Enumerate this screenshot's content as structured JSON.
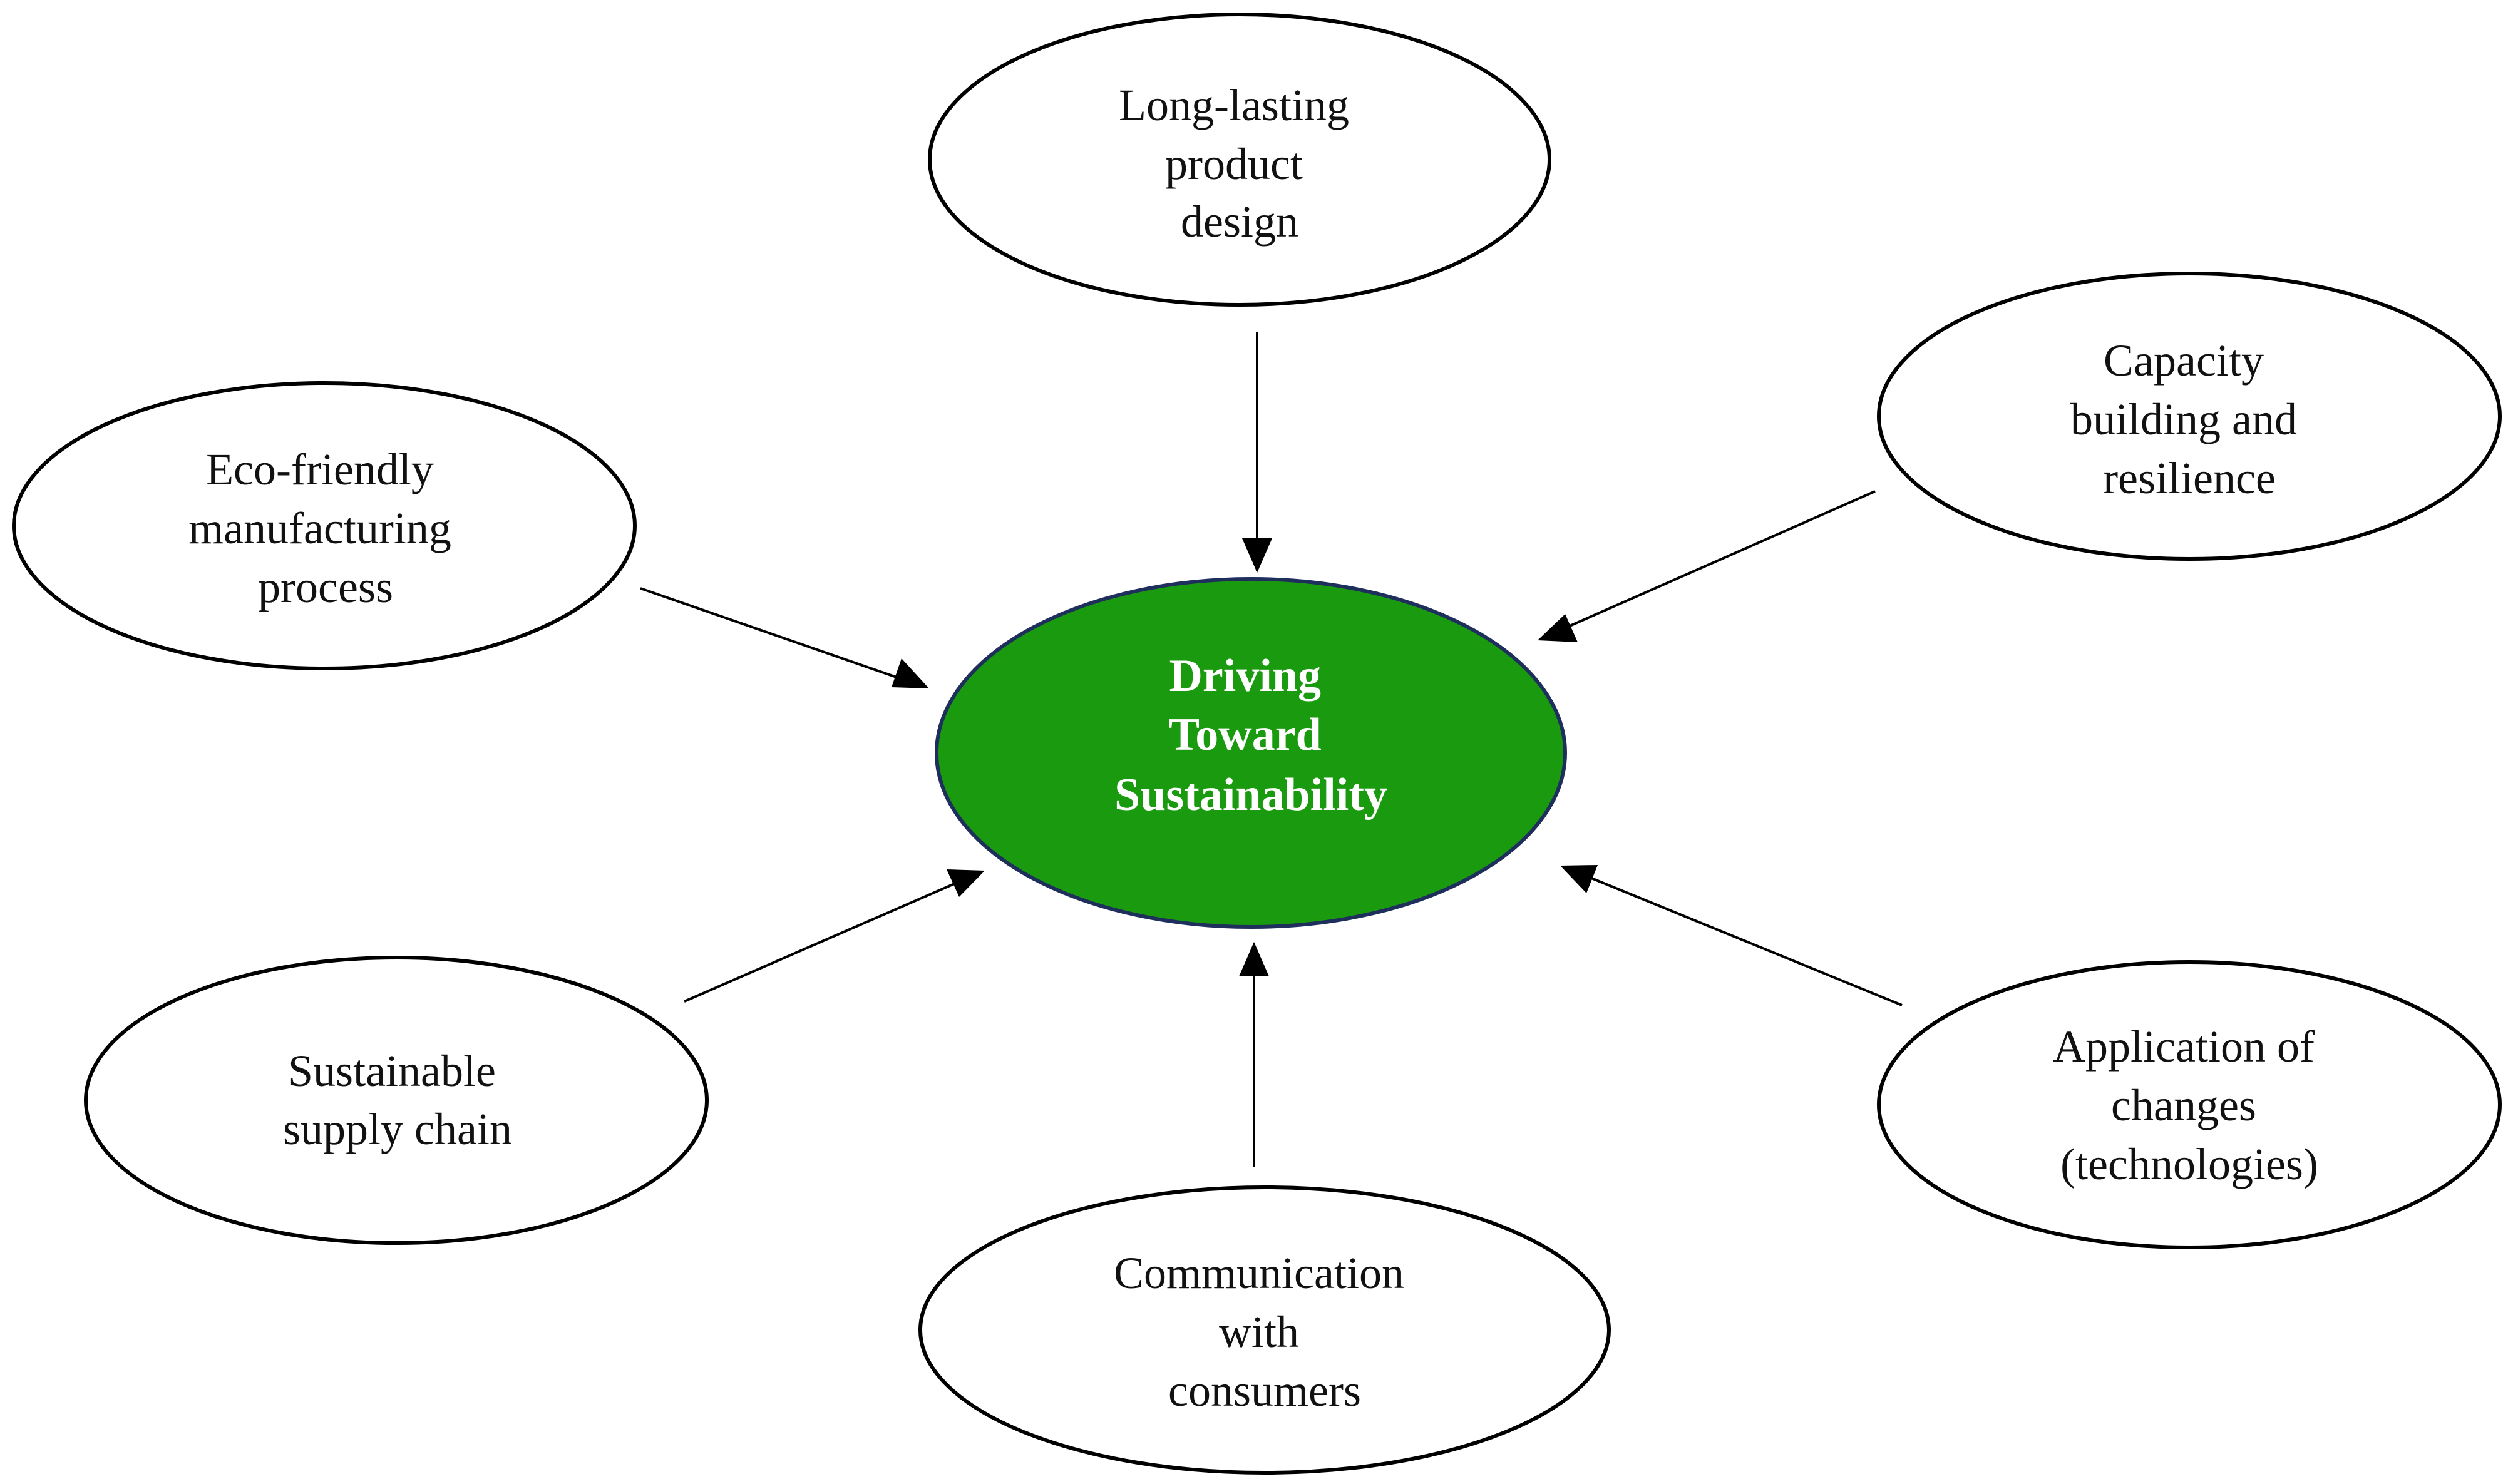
{
  "colors": {
    "center_fill": "#1a9b0f",
    "center_text": "#ffffff",
    "outline": "#000000",
    "background": "#ffffff"
  },
  "center": {
    "lines": [
      "Driving",
      "Toward",
      "Sustainability"
    ]
  },
  "nodes": {
    "top": {
      "lines": [
        "Long-lasting",
        "product",
        "design"
      ]
    },
    "top_left": {
      "lines": [
        "Eco-friendly",
        "manufacturing",
        "process"
      ]
    },
    "top_right": {
      "lines": [
        "Capacity",
        "building and",
        "resilience"
      ]
    },
    "bottom_left": {
      "lines": [
        "Sustainable",
        "supply chain"
      ]
    },
    "bottom": {
      "lines": [
        "Communication",
        "with",
        "consumers"
      ]
    },
    "bottom_right": {
      "lines": [
        "Application of",
        "changes",
        "(technologies)"
      ]
    }
  }
}
